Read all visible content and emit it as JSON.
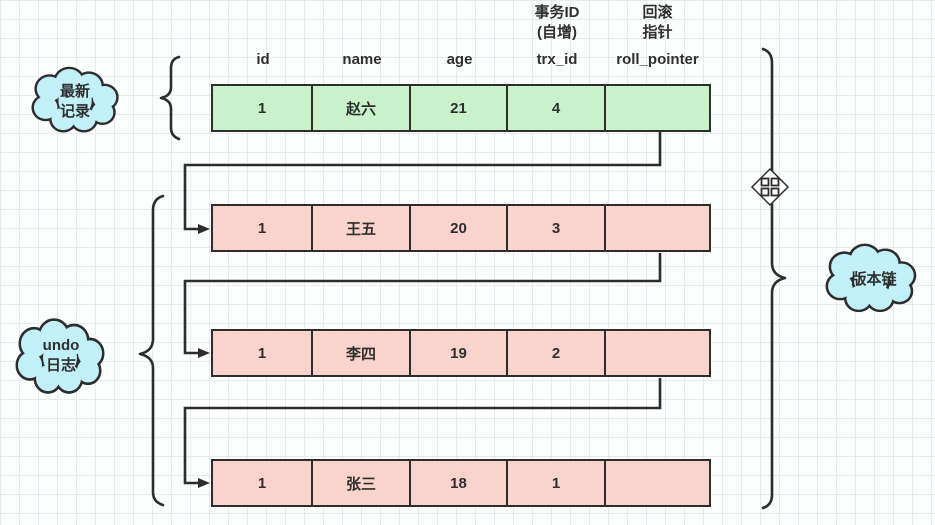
{
  "diagram": {
    "column_headers": [
      "id",
      "name",
      "age",
      "trx_id",
      "roll_pointer"
    ],
    "column_notes": {
      "trx": [
        "事务ID",
        "(自增)"
      ],
      "roll": [
        "回滚",
        "指针"
      ]
    },
    "latest_row": {
      "cells": [
        "1",
        "赵六",
        "21",
        "4",
        ""
      ]
    },
    "undo_rows": [
      {
        "cells": [
          "1",
          "王五",
          "20",
          "3",
          ""
        ]
      },
      {
        "cells": [
          "1",
          "李四",
          "19",
          "2",
          ""
        ]
      },
      {
        "cells": [
          "1",
          "张三",
          "18",
          "1",
          ""
        ]
      }
    ],
    "labels": {
      "latest": "最新\n记录",
      "undo": "undo\n日志",
      "version_chain": "版本链"
    },
    "colors": {
      "latest_fill": "#c9f2cb",
      "undo_fill": "#fbd3cd",
      "cloud_fill": "#c2f0f8",
      "stroke": "#2d2d2d",
      "grid_line": "#e8ebec",
      "background": "#fcfdfd",
      "text": "#2f2f2f"
    }
  }
}
